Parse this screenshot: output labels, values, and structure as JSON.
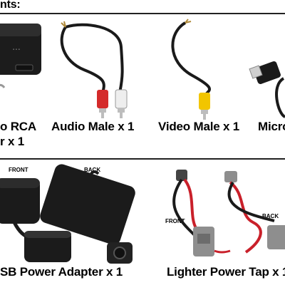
{
  "header": {
    "text": "nts:"
  },
  "items": [
    {
      "name": "hdmi-rca-converter",
      "caption_line1": "o RCA",
      "caption_line2": "r x 1"
    },
    {
      "name": "audio-male",
      "caption_line1": "Audio Male x 1"
    },
    {
      "name": "video-male",
      "caption_line1": "Video Male x 1"
    },
    {
      "name": "micro-usb",
      "caption_line1": "Micro"
    },
    {
      "name": "usb-power-adapter",
      "caption_line1": "SB Power Adapter x 1",
      "label_front": "FRONT",
      "label_back": "BACK"
    },
    {
      "name": "lighter-power-tap",
      "caption_line1": "Lighter Power Tap x 1",
      "label_front": "FRONT",
      "label_back": "BACK"
    }
  ],
  "colors": {
    "cable": "#1a1a1a",
    "rca_red": "#d42a2a",
    "rca_white": "#eeeeee",
    "rca_yellow": "#f2c500",
    "metal": "#bdbdbd",
    "red_wire": "#c9202a"
  }
}
